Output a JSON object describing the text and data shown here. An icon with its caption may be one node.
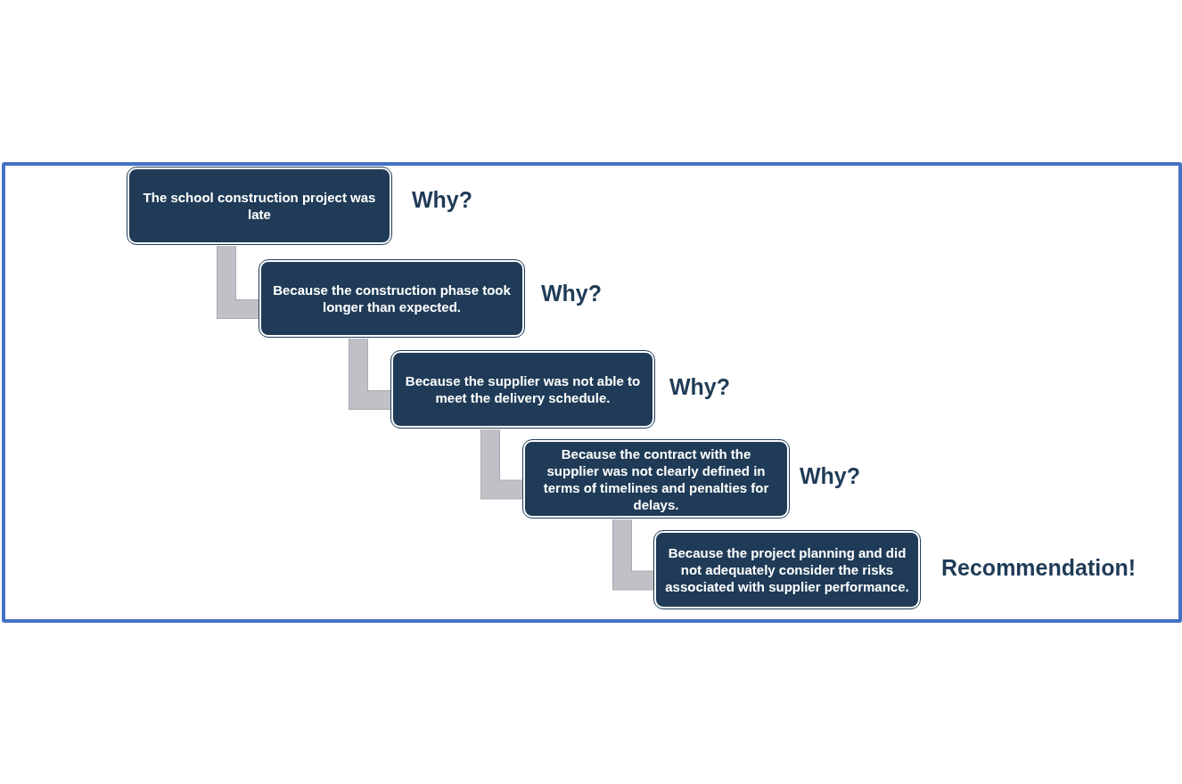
{
  "diagram": {
    "nodes": [
      {
        "text": [
          "The school construction project was late"
        ],
        "beside": [
          "Why?"
        ]
      },
      {
        "text": [
          "Because the construction phase took longer than expected."
        ],
        "beside": [
          "Why?"
        ]
      },
      {
        "text": [
          "Because the supplier was not able to meet the delivery schedule."
        ],
        "beside": [
          "Why?"
        ]
      },
      {
        "text": [
          "Because the contract with the supplier was not clearly defined in terms of timelines and penalties for delays."
        ],
        "beside": [
          "Why?"
        ]
      },
      {
        "text": [
          "Because the project planning and did not adequately consider the risks associated with supplier performance."
        ],
        "beside": [
          "Recommendation!"
        ]
      }
    ],
    "edges": [
      {
        "from": 0,
        "to": 1,
        "arrow": "none"
      },
      {
        "from": 1,
        "to": 2,
        "arrow": "none"
      },
      {
        "from": 2,
        "to": 3,
        "arrow": "none"
      },
      {
        "from": 3,
        "to": 4,
        "arrow": "none"
      }
    ]
  }
}
